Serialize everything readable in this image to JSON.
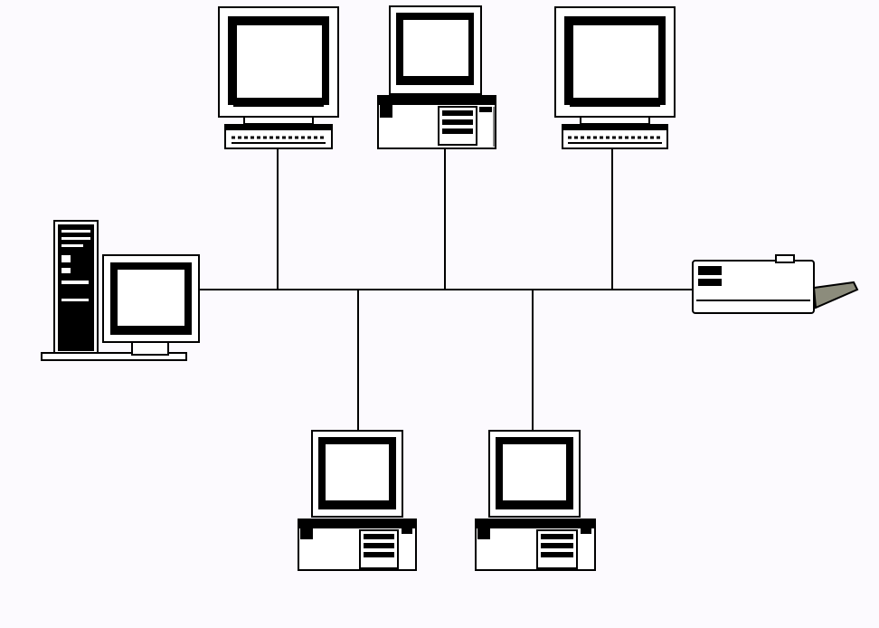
{
  "diagram": {
    "type": "bus-network-topology",
    "nodes": [
      {
        "id": "top-left",
        "device": "monitor-with-keyboard",
        "icon": "workstation-icon"
      },
      {
        "id": "top-middle",
        "device": "monitor-on-desktop-case",
        "icon": "desktop-computer-icon"
      },
      {
        "id": "top-right",
        "device": "monitor-with-keyboard",
        "icon": "workstation-icon"
      },
      {
        "id": "left",
        "device": "tower-server-with-monitor",
        "icon": "server-icon"
      },
      {
        "id": "right",
        "device": "printer",
        "icon": "printer-icon"
      },
      {
        "id": "bottom-left",
        "device": "monitor-on-desktop-case",
        "icon": "desktop-computer-icon"
      },
      {
        "id": "bottom-right",
        "device": "monitor-on-desktop-case",
        "icon": "desktop-computer-icon"
      }
    ],
    "colors": {
      "background": "#fcfafe",
      "line": "#000000",
      "device_fill": "#ffffff",
      "device_outline": "#000000",
      "printer_tray": "#8c8c7c"
    }
  }
}
